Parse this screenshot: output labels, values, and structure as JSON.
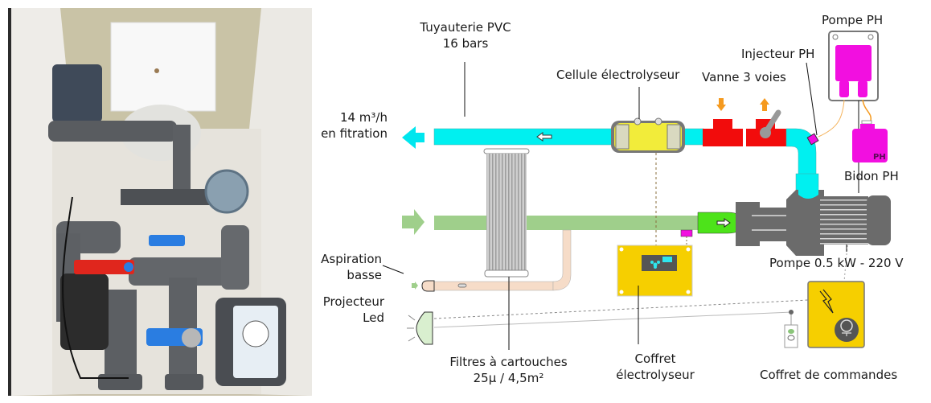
{
  "title": "Schéma d'installation local technique piscine",
  "photo": {
    "description": "Vue de dessus du local technique : pompe, filtre, vannes, électrolyseur, coffret de commandes",
    "colors": {
      "case": "#e9e7e2",
      "pipe": "#5f6266",
      "red_valve": "#e0261d",
      "blue_valve": "#2a7de1",
      "floor": "#c7bfa8"
    }
  },
  "labels": {
    "pvc_line1": "Tuyauterie PVC",
    "pvc_line2": "16 bars",
    "flow_line1": "14 m³/h",
    "flow_line2": "en fitration",
    "cellule": "Cellule électrolyseur",
    "vanne": "Vanne 3 voies",
    "injecteur": "Injecteur PH",
    "pompe_ph": "Pompe PH",
    "bidon_ph": "Bidon PH",
    "bidon_tag": "PH",
    "aspiration_line1": "Aspiration",
    "aspiration_line2": "basse",
    "projecteur_line1": "Projecteur",
    "projecteur_line2": "Led",
    "pompe": "Pompe 0.5 kW - 220 V",
    "filtres_line1": "Filtres à cartouches",
    "filtres_line2": "25µ / 4,5m²",
    "coffret_elec_line1": "Coffret",
    "coffret_elec_line2": "électrolyseur",
    "coffret_cmd": "Coffret de commandes"
  },
  "colors": {
    "return_pipe": "#00f0f0",
    "suction_pipe": "#9fcf8b",
    "pump_inlet": "#4de31a",
    "cell": "#f2ec3a",
    "valve": "#f20c0c",
    "arrow_orange": "#f59a1f",
    "ph_magenta": "#f20fe0",
    "box_yellow": "#f6cf00",
    "pump_grey": "#6b6b6b",
    "beige_pipe": "#f6dcc8",
    "led_green": "#d9efcf"
  }
}
